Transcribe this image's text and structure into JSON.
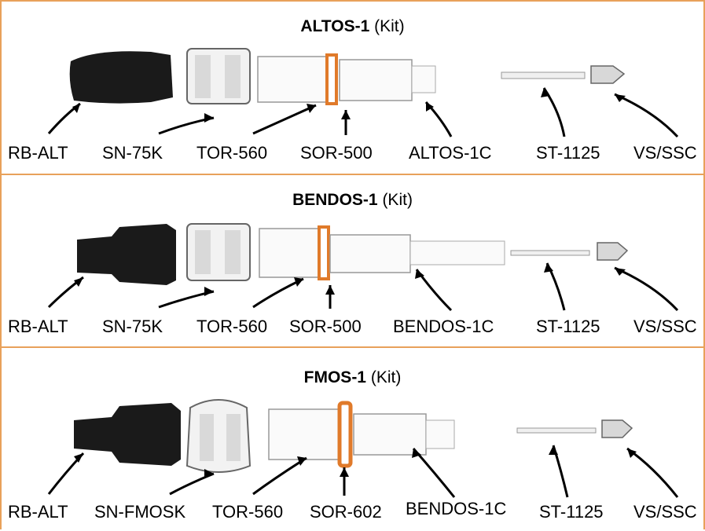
{
  "kits": [
    {
      "name": "ALTOS-1",
      "suffix": "(Kit)",
      "labels": [
        "RB-ALT",
        "SN-75K",
        "TOR-560",
        "SOR-500",
        "ALTOS-1C",
        "ST-1125",
        "VS/SSC"
      ]
    },
    {
      "name": "BENDOS-1",
      "suffix": "(Kit)",
      "labels": [
        "RB-ALT",
        "SN-75K",
        "TOR-560",
        "SOR-500",
        "BENDOS-1C",
        "ST-1125",
        "VS/SSC"
      ]
    },
    {
      "name": "FMOS-1",
      "suffix": "(Kit)",
      "labels": [
        "RB-ALT",
        "SN-FMOSK",
        "TOR-560",
        "SOR-602",
        "BENDOS-1C",
        "ST-1125",
        "VS/SSC"
      ]
    }
  ],
  "colors": {
    "border": "#e8a15a",
    "orange_ring": "#e07a2a",
    "rubber": "#1a1a1a"
  }
}
